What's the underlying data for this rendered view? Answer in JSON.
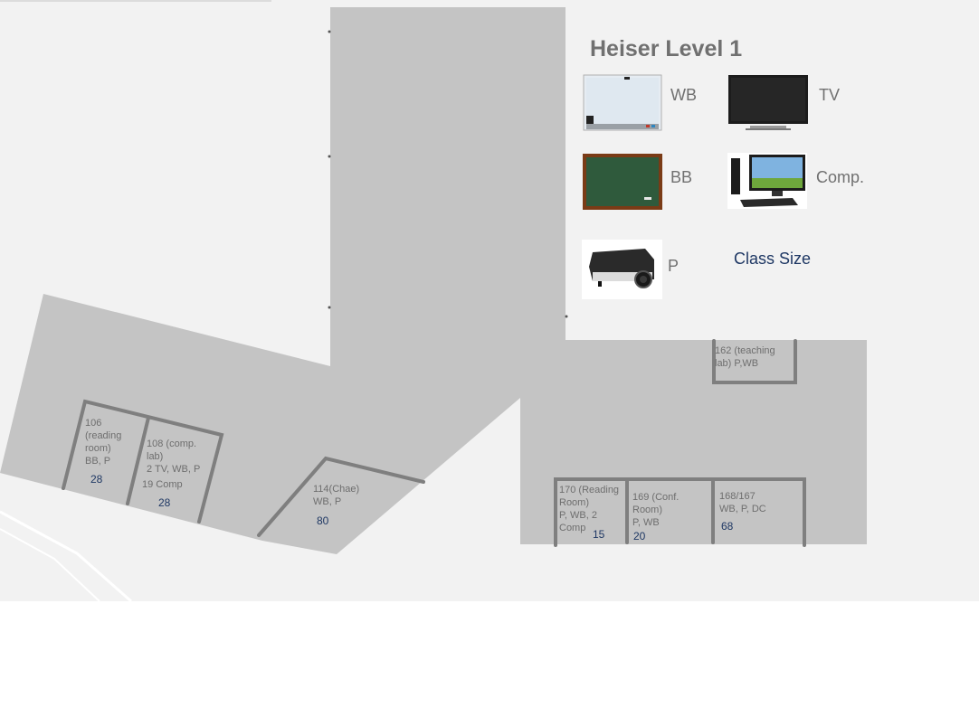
{
  "title": "Heiser Level 1",
  "legend": {
    "wb_label": "WB",
    "tv_label": "TV",
    "bb_label": "BB",
    "comp_label": "Comp.",
    "p_label": "P",
    "class_size_label": "Class Size"
  },
  "rooms": {
    "r106": {
      "label": "106\n(reading\nroom)\nBB, P",
      "size": "28"
    },
    "r108": {
      "label": "108 (comp.\nlab)\n2 TV, WB, P",
      "extra": "19 Comp",
      "size": "28"
    },
    "r114": {
      "label": "114(Chae)\nWB, P",
      "size": "80"
    },
    "r162": {
      "label": "162 (teaching\nlab)      P,WB"
    },
    "r170": {
      "label": "170 (Reading\nRoom)\nP, WB, 2\nComp",
      "size": "15"
    },
    "r169": {
      "label": "169 (Conf.\nRoom)\nP, WB",
      "size": "20"
    },
    "r16867": {
      "label": "168/167\nWB, P, DC",
      "size": "68"
    }
  },
  "colors": {
    "floor": "#c4c4c4",
    "walls": "#7f7f7f",
    "background": "#f2f2f2",
    "size_text": "#1f3864"
  }
}
